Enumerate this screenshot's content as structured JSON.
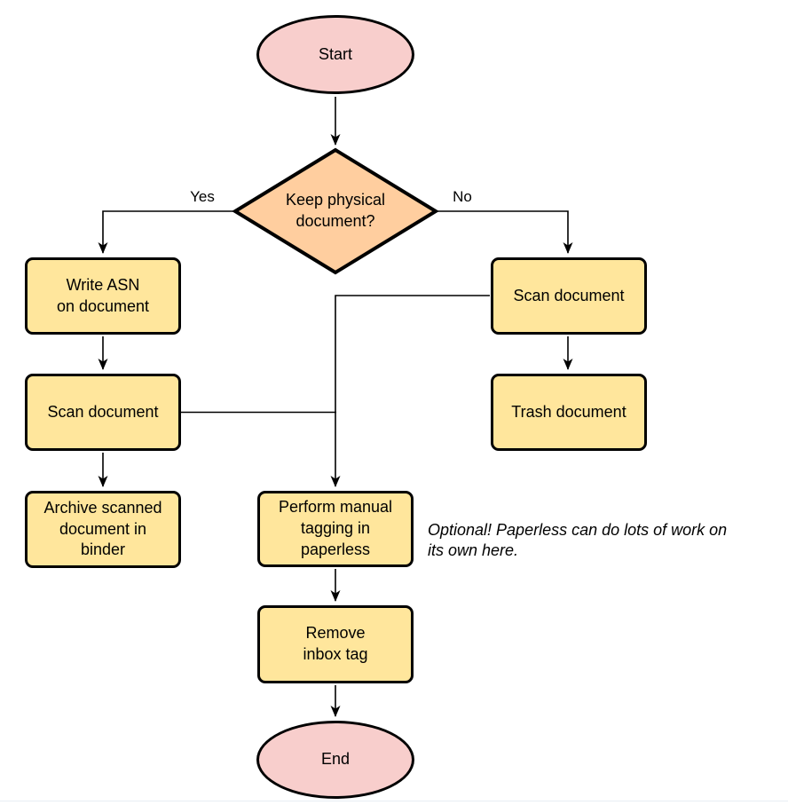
{
  "diagram": {
    "nodes": {
      "start": {
        "label": "Start",
        "type": "terminal"
      },
      "decision": {
        "label": "Keep physical\ndocument?",
        "type": "decision"
      },
      "write_asn": {
        "label": "Write ASN\non document",
        "type": "process"
      },
      "scan_left": {
        "label": "Scan document",
        "type": "process"
      },
      "archive": {
        "label": "Archive scanned\ndocument in\nbinder",
        "type": "process"
      },
      "scan_right": {
        "label": "Scan document",
        "type": "process"
      },
      "trash": {
        "label": "Trash document",
        "type": "process"
      },
      "tagging": {
        "label": "Perform manual\ntagging in\npaperless",
        "type": "process"
      },
      "remove_inbox": {
        "label": "Remove\ninbox tag",
        "type": "process"
      },
      "end": {
        "label": "End",
        "type": "terminal"
      }
    },
    "edge_labels": {
      "yes": "Yes",
      "no": "No"
    },
    "annotation": "Optional! Paperless can do lots of work on\nits own here.",
    "colors": {
      "terminal_fill": "#f8cecc",
      "decision_fill": "#ffce9f",
      "process_fill": "#ffe69c",
      "stroke": "#000000"
    }
  }
}
